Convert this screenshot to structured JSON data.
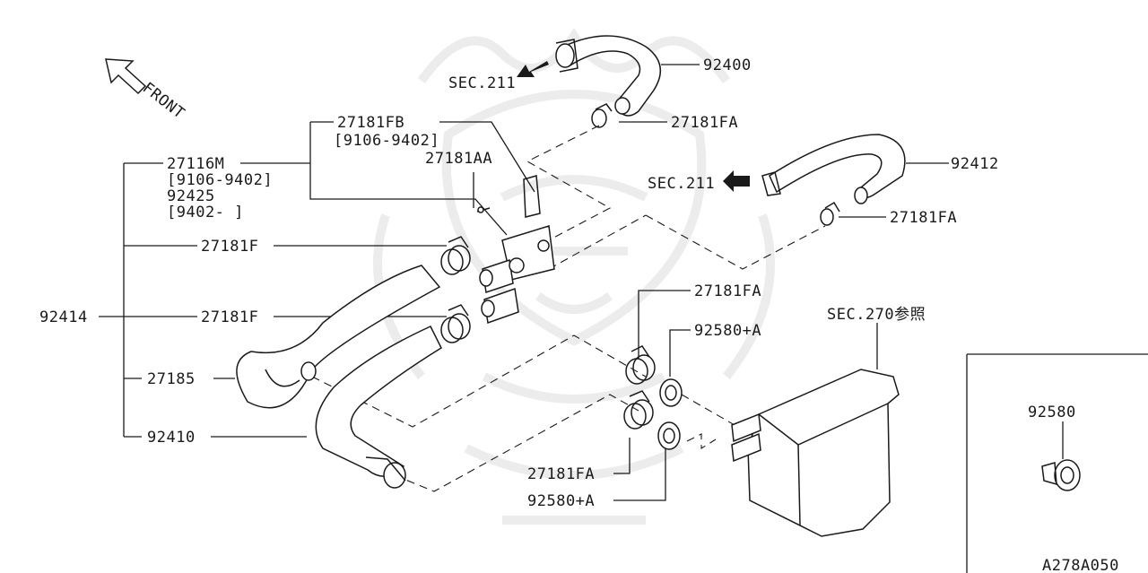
{
  "labels": {
    "front": "FRONT",
    "sec211_top": "SEC.211",
    "sec211_mid": "SEC.211",
    "sec270": "SEC.270参照",
    "p92400": "92400",
    "p27181FA_1": "27181FA",
    "p27181FB": "27181FB",
    "p27181FB_date": "[9106-9402]",
    "p92412": "92412",
    "p27181AA": "27181AA",
    "p27116M": "27116M",
    "p27116M_date": "[9106-9402]",
    "p92425": "92425",
    "p92425_date": "[9402-    ]",
    "p27181FA_2": "27181FA",
    "p27181F_1": "27181F",
    "p92414": "92414",
    "p27181F_2": "27181F",
    "p27181FA_3": "27181FA",
    "p92580A_1": "92580+A",
    "p27185": "27185",
    "p92410": "92410",
    "p27181FA_4": "27181FA",
    "p92580A_2": "92580+A",
    "p92580": "92580",
    "code": "A278A050"
  }
}
